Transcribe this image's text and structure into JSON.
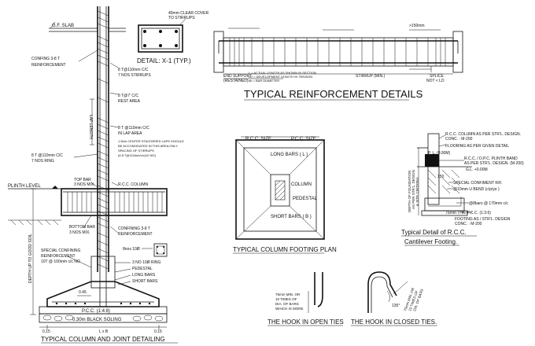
{
  "col_detail": {
    "gf_slab": "G.F. SLAB",
    "confining_top": [
      "CONFING 3-8 T",
      "REINFORCEMENT"
    ],
    "stirrups_top": [
      "8 T@110mm C/C",
      "7 NOS STIRRUPS"
    ],
    "rest_area": [
      "8 T@7' C/C",
      "REST AREA"
    ],
    "lap_area": [
      "8 T @110mm C/C",
      "IN LAP AREA"
    ],
    "lap_note": [
      "1.50m CENTER STAGGERED LAPS SHOULD",
      "BE ACCOMODATED IN THIS AREA ONLY",
      "SPACING OF STIRRUPS",
      "(6 8 T@110mm/c/c)10 NO)"
    ],
    "ring_label": [
      "8 T @110mm C/C",
      "7 NOS RING"
    ],
    "lap_dim": "LAP LENGTH",
    "plinth_level": "PLINTH LEVEL",
    "top_bar": [
      "TOP BAR",
      "3 NOS MIX."
    ],
    "rcc_column": "R.C.C. COLUMN",
    "bottom_bar": [
      "BOTTOM BAR",
      "3 NOS MIX."
    ],
    "confining_bottom": [
      "CONFINING 3-8 T",
      "REINFORCEMENT"
    ],
    "special_confining": [
      "SPECIAL CONFINING",
      "REINFORCEMENT",
      "10T @ 100mm c/c NO"
    ],
    "depth_label": "DEPTH UP TO GOOD SOIL",
    "bars_label": "8nos 10Ø",
    "ring_10": "3 NO 10Ø RING",
    "pedestal": "PEDESTAL",
    "long_bars": "LONG BARS",
    "short_bars": "SHORT BARS",
    "dim_045": "0.45",
    "pcc": "P.C.C. (1:4:8)",
    "soling": "0.30m BLACK SOLING",
    "dim_015a": "0.15",
    "dim_lxb": "L x B",
    "dim_015b": "0.15",
    "title": "TYPICAL COLUMN AND JOINT DETAILING"
  },
  "detail_x1": {
    "cover_note": [
      "40mm CLEAR COVER",
      "TO STIRRUPS"
    ],
    "title": "DETAIL: X-1 (TYP.)"
  },
  "beam_detail": {
    "dim_150": ">150mm",
    "end_support": [
      "END SUPPORT",
      "(RESTAINED)"
    ],
    "notes": [
      "L = ACTUAL LENGTH AS SHOWN IN SECTION",
      "LD = DEVELOPMENT LENGTH IN TENSION",
      "db = BAR DIAMETER"
    ],
    "stirrup_min": "STIRRUP (MIN.)",
    "splice": [
      "SPLICE",
      "NOT < LD"
    ],
    "title": "TYPICAL REINFORCEMENT DETAILS"
  },
  "footing_plan": {
    "rcc_size_1": "R.C.C. SIZE",
    "pcc_size": "P.C.C. SIZE",
    "long_bars": "LONG BARS ( L )",
    "column": "COLUMN",
    "pedestal": "PEDESTAL",
    "short_bars": "SHORT BARS ( B )",
    "title": "TYPICAL COLUMN FOOTING PLAN"
  },
  "cantilever": {
    "rcc_col": [
      "R.C.C. COLUMN AS PER STR'L. DESIGN.",
      "CONC. : M-200"
    ],
    "flooring": "FLOORING AS PER GIVEN DETAIL",
    "pl": "P. L. (0.90M)",
    "plinth_band": [
      "R.C.C. / D.P.C. PLINTH BAND",
      "AS PER STR'L. DESIGN. (M-200)"
    ],
    "gl": "G.L. +0.00M",
    "depth_label": [
      "DEPTH OF FOUNDATION",
      "AS PER STR'L. DESIGN",
      "& SITE CRITERIA"
    ],
    "dim_150": "150",
    "special": "SPECIAL CONFIMENT R/F.",
    "ubend": "@10mm U BEND (c/p/ye )",
    "bars": "@8bars @ 170mm c/c",
    "pcc": "75mm THK. P.C.C. (1:3:6)",
    "footing": [
      "FOOTING AS / STR'L. DESIGN",
      "CONC. : M-200"
    ],
    "title": [
      "Typical Detail of R.C.C.",
      "Cantilever Footing."
    ]
  },
  "hooks": {
    "open_note": [
      "75mm MIN. OR",
      "10 TIMES OF",
      "DIA. OF BARS",
      "WHICH IS MORE"
    ],
    "open_title": "THE HOOK IN OPEN TIES",
    "closed_note": [
      "75mm MIN. OR",
      "10 TIMES OF",
      "DIA. OF BARS"
    ],
    "angle": "135°",
    "closed_title": "THE HOOK IN CLOSED TIES."
  }
}
